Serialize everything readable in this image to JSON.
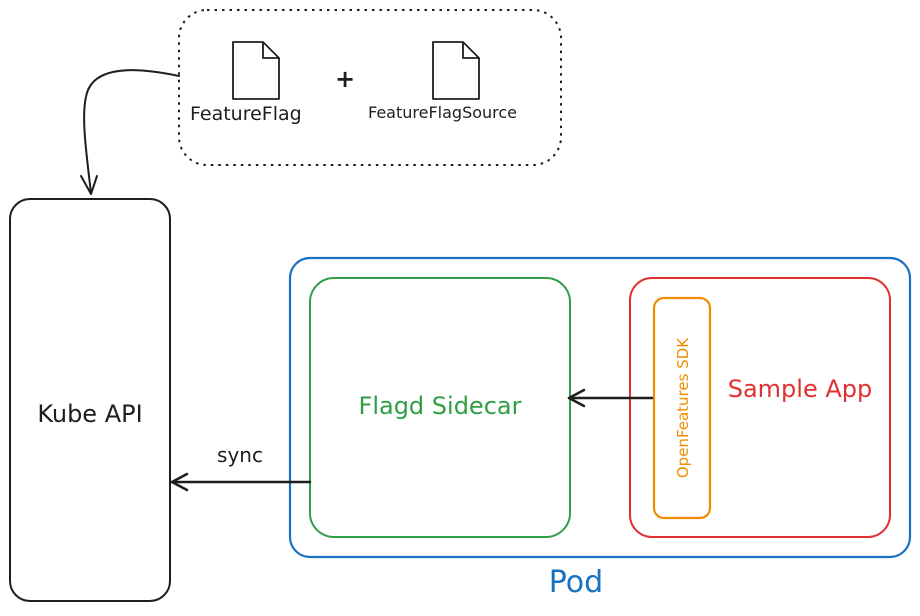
{
  "resources": {
    "feature_flag_label": "FeatureFlag",
    "feature_flag_source_label": "FeatureFlagSource",
    "plus_sign": "+"
  },
  "kube_api": {
    "label": "Kube API"
  },
  "pod": {
    "label": "Pod"
  },
  "sidecar": {
    "label": "Flagd Sidecar"
  },
  "sample_app": {
    "label": "Sample App"
  },
  "sdk": {
    "label": "OpenFeatures SDK"
  },
  "sync_arrow": {
    "label": "sync"
  },
  "colors": {
    "stroke": "#1e1e1e",
    "pod": "#1971c2",
    "sidecar": "#2f9e44",
    "sample_app": "#e03131",
    "sdk": "#f08c00"
  }
}
